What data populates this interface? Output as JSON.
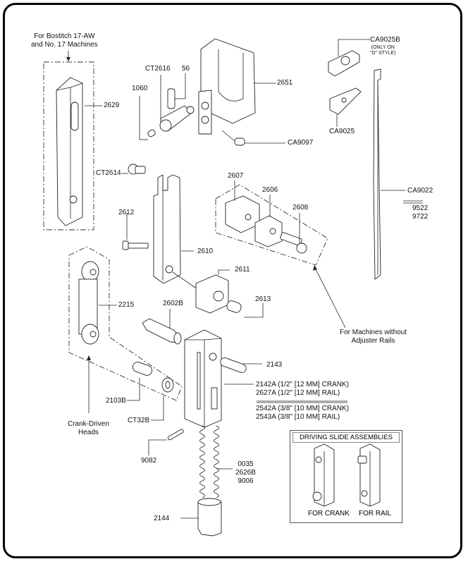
{
  "diagram": {
    "title_notes": {
      "bostitch_note": [
        "For Bostitch 17-AW",
        "and No. 17 Machines"
      ],
      "no_adjuster_note": [
        "For Machines without",
        "Adjuster Rails"
      ],
      "crank_driven_note": [
        "Crank-Driven",
        "Heads"
      ],
      "ca9025b_note": [
        "(ONLY ON",
        "\"D\" STYLE)"
      ]
    },
    "part_labels": {
      "p2629": "2629",
      "p1060": "1060",
      "pCT2616": "CT2616",
      "p56": "56",
      "p2651": "2651",
      "pCA9097": "CA9097",
      "pCA9025B": "CA9025B",
      "pCA9025": "CA9025",
      "pCT2614": "CT2614",
      "p2607": "2607",
      "p2606": "2606",
      "p2608": "2608",
      "pCA9022": "CA9022",
      "p9522": "9522",
      "p9722": "9722",
      "p2612": "2612",
      "p2610": "2610",
      "p2611": "2611",
      "p2613": "2613",
      "p2215": "2215",
      "p2602B": "2602B",
      "p2143": "2143",
      "p2103B": "2103B",
      "pCT32B": "CT32B",
      "p9082": "9082",
      "p2144": "2144",
      "spring_parts": [
        "0035",
        "2626B",
        "9006"
      ],
      "slide_12mm": [
        "2142A (1/2\" [12 MM] CRANK)",
        "2627A (1/2\" [12 MM] RAIL)"
      ],
      "slide_10mm": [
        "2542A (3/8\" [10 MM] CRANK)",
        "2543A (3/8\" [10 MM] RAIL)"
      ]
    },
    "legend": {
      "title": "DRIVING SLIDE ASSEMBLIES",
      "for_crank": "FOR CRANK",
      "for_rail": "FOR RAIL"
    }
  }
}
